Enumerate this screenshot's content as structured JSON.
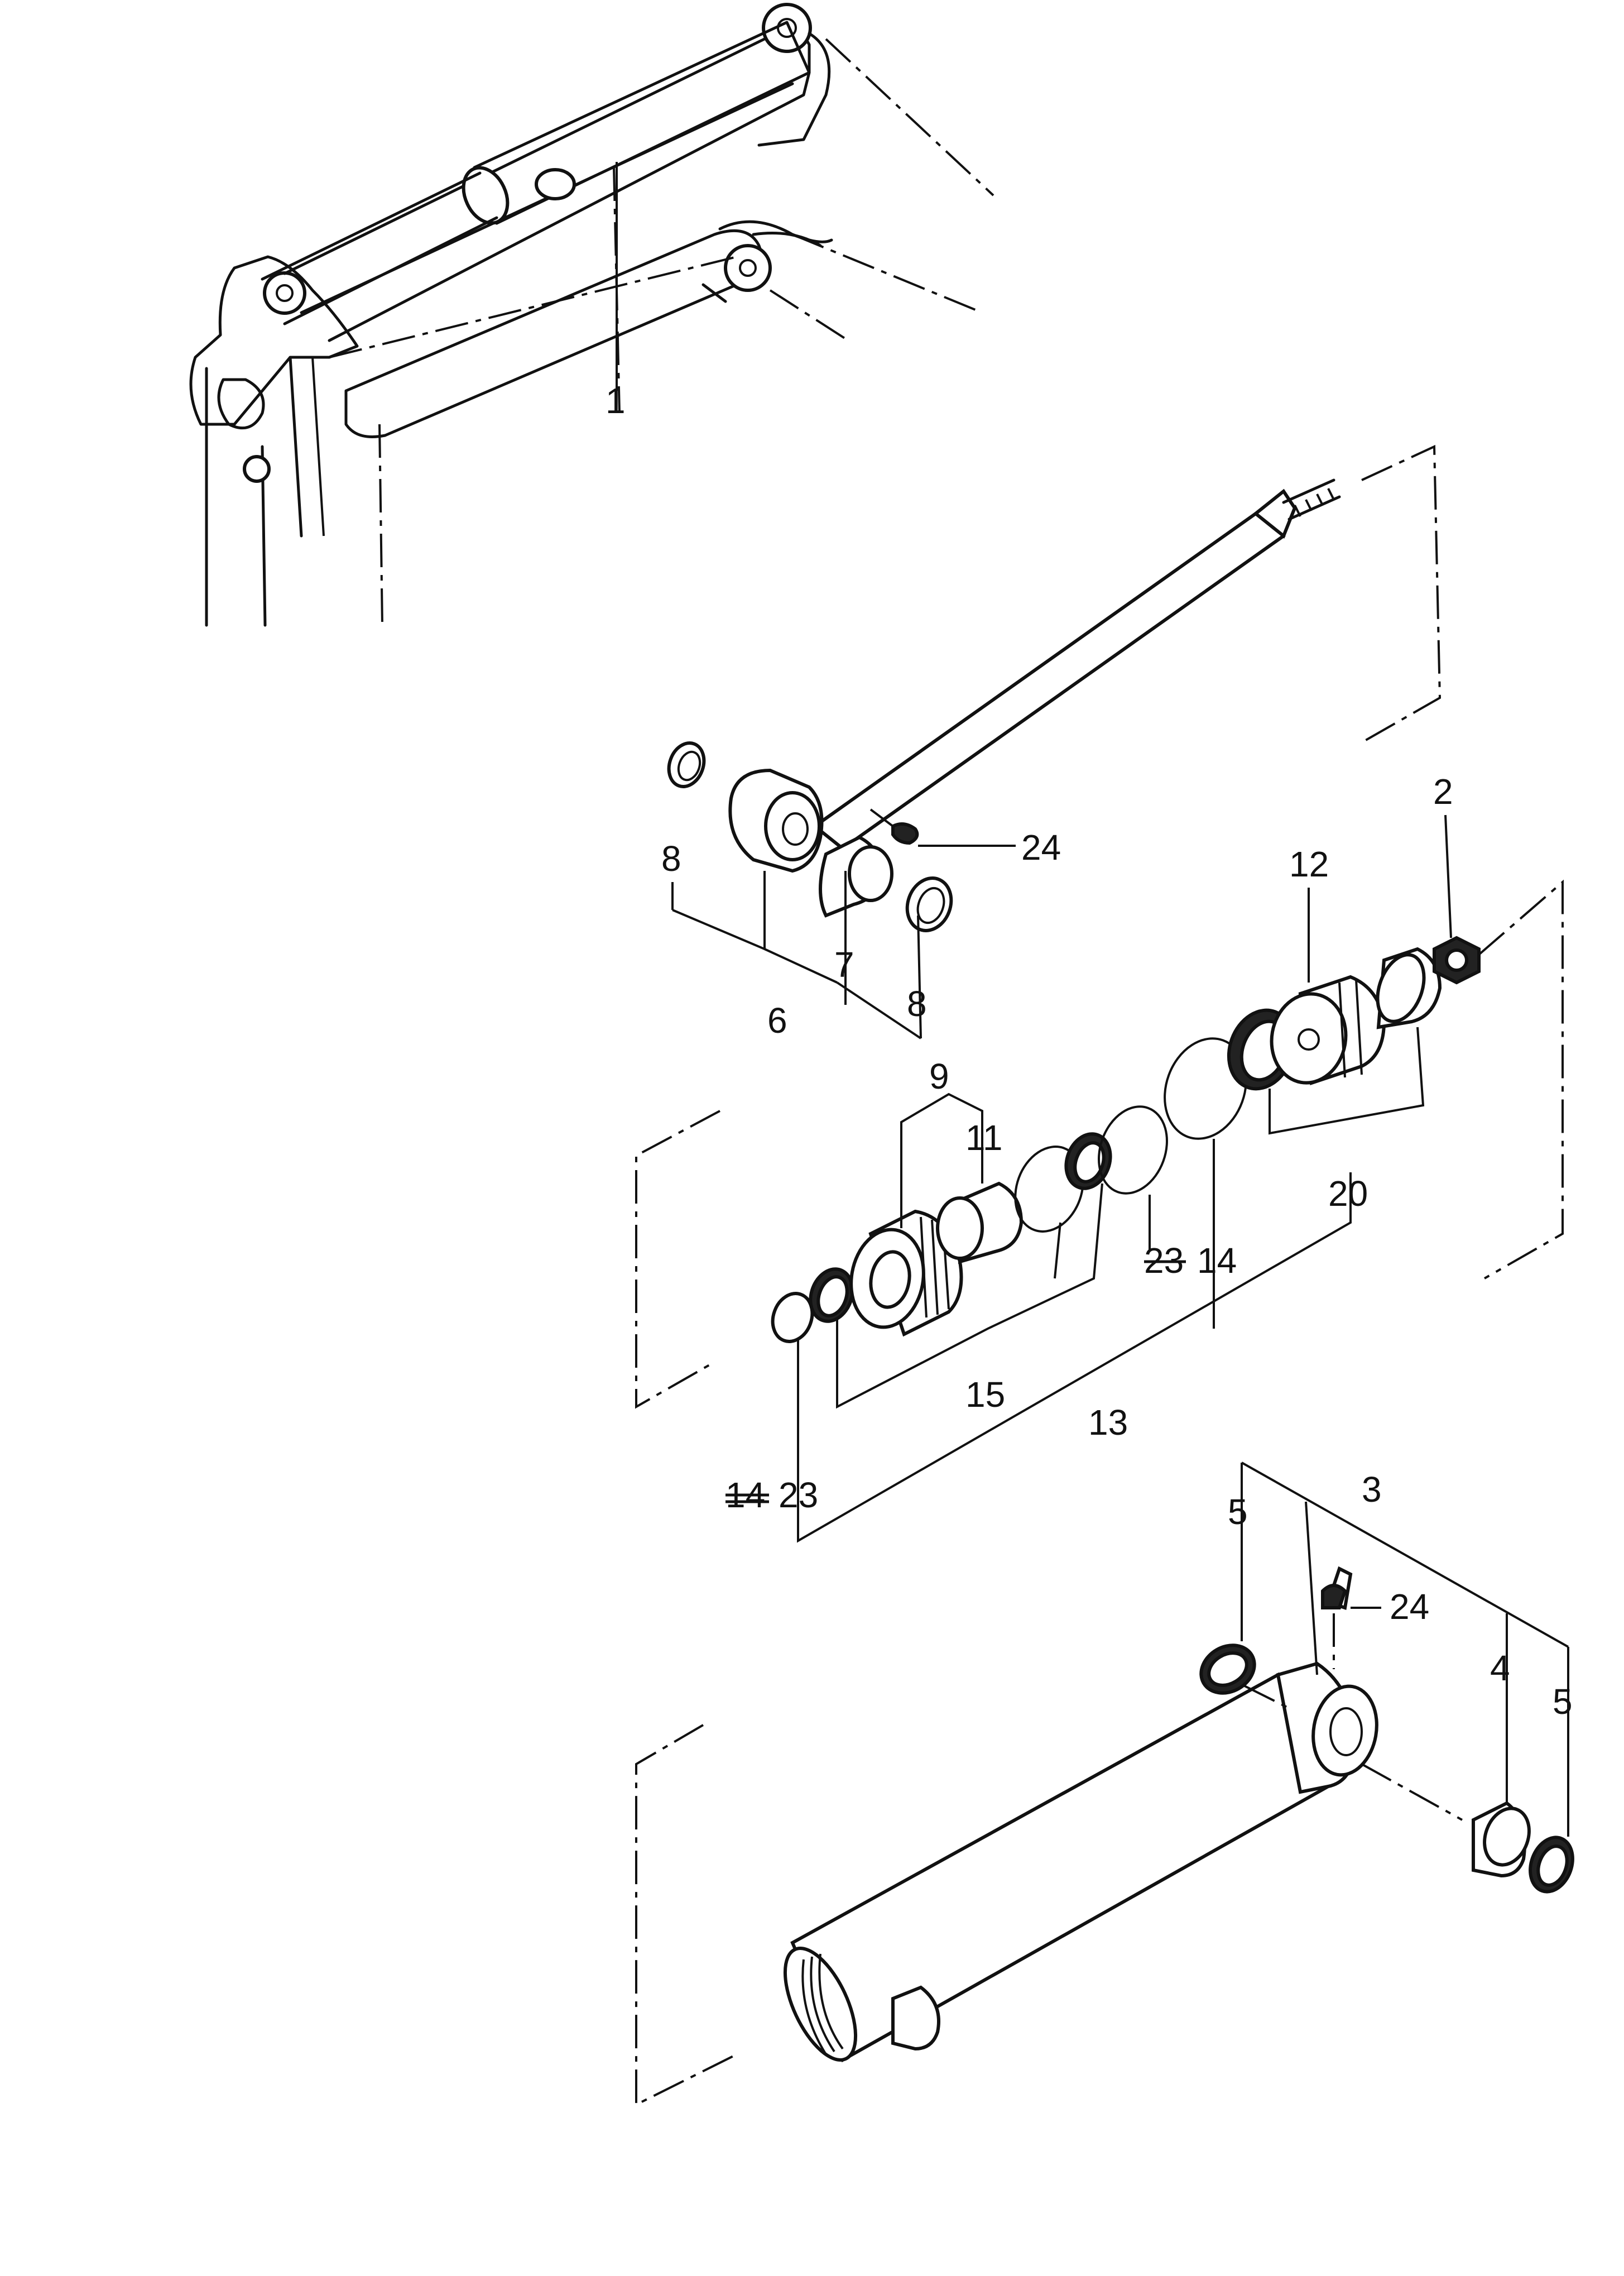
{
  "callouts": {
    "c1": "1",
    "c2": "2",
    "c3": "3",
    "c4": "4",
    "c5a": "5",
    "c5b": "5",
    "c6": "6",
    "c7": "7",
    "c8a": "8",
    "c8b": "8",
    "c9": "9",
    "c11": "11",
    "c12": "12",
    "c13": "13",
    "c14a": "14",
    "c14b": "14",
    "c15": "15",
    "c20": "20",
    "c23a": "23",
    "c23b": "23",
    "c24a": "24",
    "c24b": "24"
  }
}
